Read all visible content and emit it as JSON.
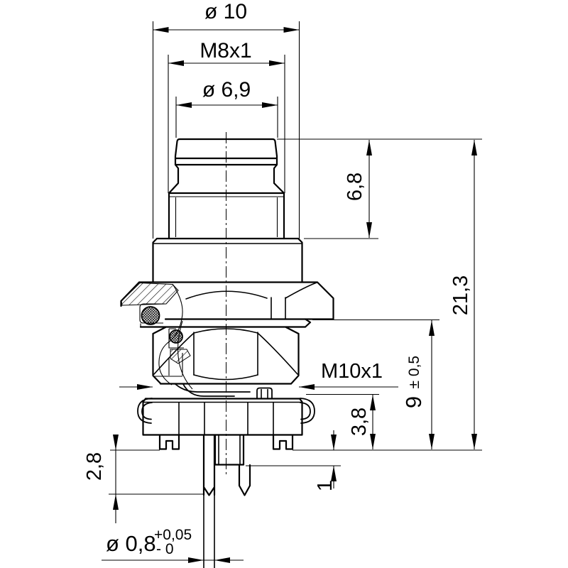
{
  "drawing": {
    "description": "dimensioned technical drawing of M8 panel-mount connector",
    "colors": {
      "line": "#000000",
      "background": "#ffffff"
    },
    "dims": {
      "dia_10": "ø 10",
      "m8": "M8x1",
      "dia_6_9": "ø 6,9",
      "h_6_8": "6,8",
      "h_21_3": "21,3",
      "m10": "M10x1",
      "h_9": "9",
      "h_9_tol": "± 0,5",
      "h_3_8": "3,8",
      "h_2_8": "2,8",
      "h_1": "1",
      "pin_dia": "ø 0,8",
      "pin_tol_plus": "+0,05",
      "pin_tol_minus": "- 0"
    }
  }
}
